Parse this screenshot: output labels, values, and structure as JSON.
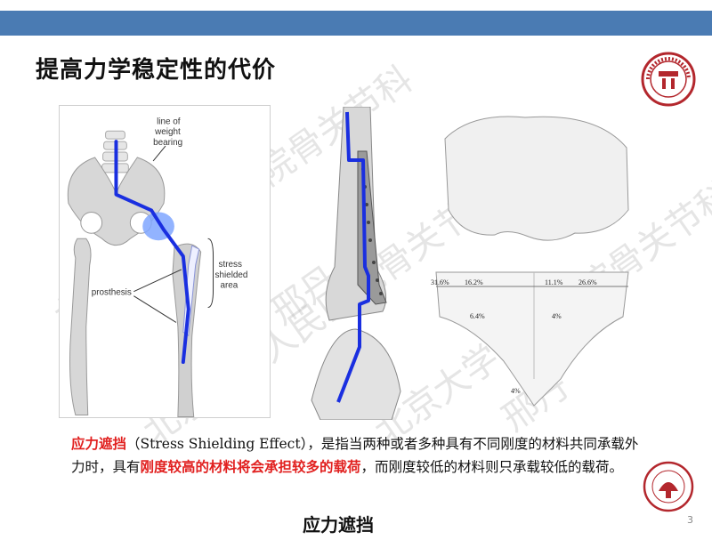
{
  "header": {
    "color": "#4a7bb3"
  },
  "title": "提高力学稳定性的代价",
  "watermarks": [
    "北京大学人民医院骨关节科",
    "邢丹",
    "北京大学人民医院骨关节科",
    "邢丹",
    "北京大学人民医院骨关节科",
    "邢丹"
  ],
  "figure_left": {
    "labels": {
      "line": "line of",
      "weight": "weight",
      "bearing": "bearing",
      "stress": "stress",
      "shielded": "shielded",
      "area": "area",
      "prosthesis": "prosthesis"
    }
  },
  "figure_right": {
    "pct_a": "31.6%",
    "pct_b": "16.2%",
    "pct_c": "11.1%",
    "pct_d": "26.6%",
    "pct_e": "6.4%",
    "pct_f": "4%",
    "pct_g": "4%"
  },
  "caption": {
    "term": "应力遮挡",
    "term_en": "（Stress Shielding Effect），是指当两种或者多种具有不同刚度的材料共同承载外力时，具有",
    "highlight": "刚度较高的材料将会承担较多的载荷",
    "rest": "，而刚度较低的材料则只承载较低的载荷。"
  },
  "subtitle": "应力遮挡",
  "page_number": "3",
  "colors": {
    "accent_red": "#e1201f",
    "line_blue": "#1a2fe0",
    "logo_red": "#b3272d"
  }
}
